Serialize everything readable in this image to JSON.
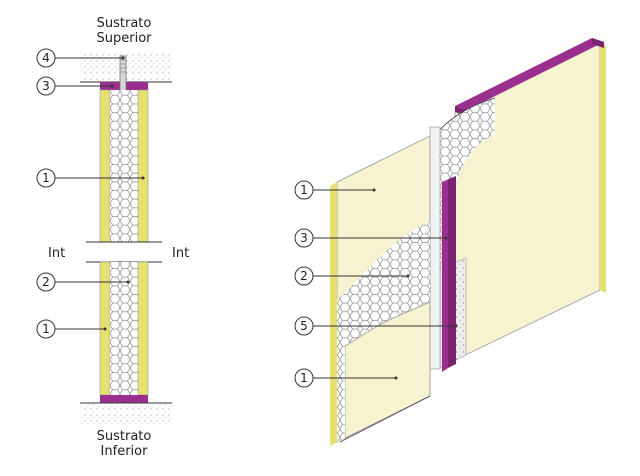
{
  "labels": {
    "top_substrate_line1": "Sustrato",
    "top_substrate_line2": "Superior",
    "bottom_substrate_line1": "Sustrato",
    "bottom_substrate_line2": "Inferior",
    "int_left": "Int",
    "int_right": "Int"
  },
  "section_callouts": [
    "4",
    "3",
    "1",
    "2",
    "1"
  ],
  "view_callouts": [
    "1",
    "3",
    "2",
    "5",
    "1"
  ],
  "colors": {
    "plate": "#9b2f8f",
    "plate_dark": "#7a2471",
    "board_face": "#f7f2cf",
    "board_edge": "#e6e070",
    "core": "#ffffff",
    "hex": "#8a8a8a",
    "concrete": "#bdbdbd",
    "fiber": "#ebebeb"
  }
}
